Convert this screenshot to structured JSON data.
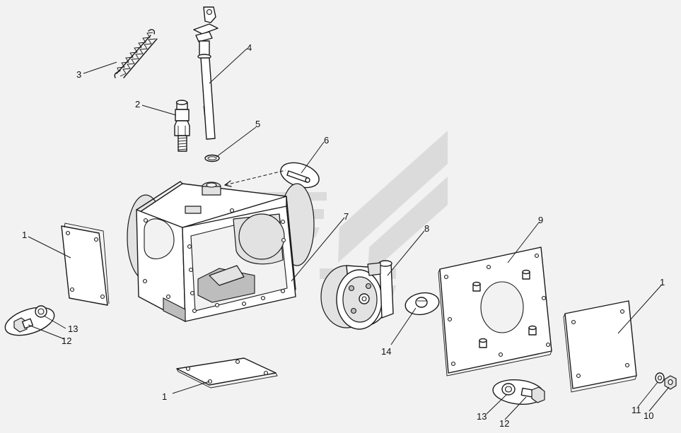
{
  "callouts": [
    {
      "id": "c1a",
      "text": "1"
    },
    {
      "id": "c1b",
      "text": "1"
    },
    {
      "id": "c1c",
      "text": "1"
    },
    {
      "id": "c2",
      "text": "2"
    },
    {
      "id": "c3",
      "text": "3"
    },
    {
      "id": "c4",
      "text": "4"
    },
    {
      "id": "c5",
      "text": "5"
    },
    {
      "id": "c6",
      "text": "6"
    },
    {
      "id": "c7",
      "text": "7"
    },
    {
      "id": "c8",
      "text": "8"
    },
    {
      "id": "c9",
      "text": "9"
    },
    {
      "id": "c10",
      "text": "10"
    },
    {
      "id": "c11",
      "text": "11"
    },
    {
      "id": "c12a",
      "text": "12"
    },
    {
      "id": "c12b",
      "text": "12"
    },
    {
      "id": "c13a",
      "text": "13"
    },
    {
      "id": "c13b",
      "text": "13"
    },
    {
      "id": "c14",
      "text": "14"
    }
  ],
  "colors": {
    "background": "#f2f2f2",
    "line": "#1a1a1a",
    "watermark": "#c9c9c9"
  }
}
